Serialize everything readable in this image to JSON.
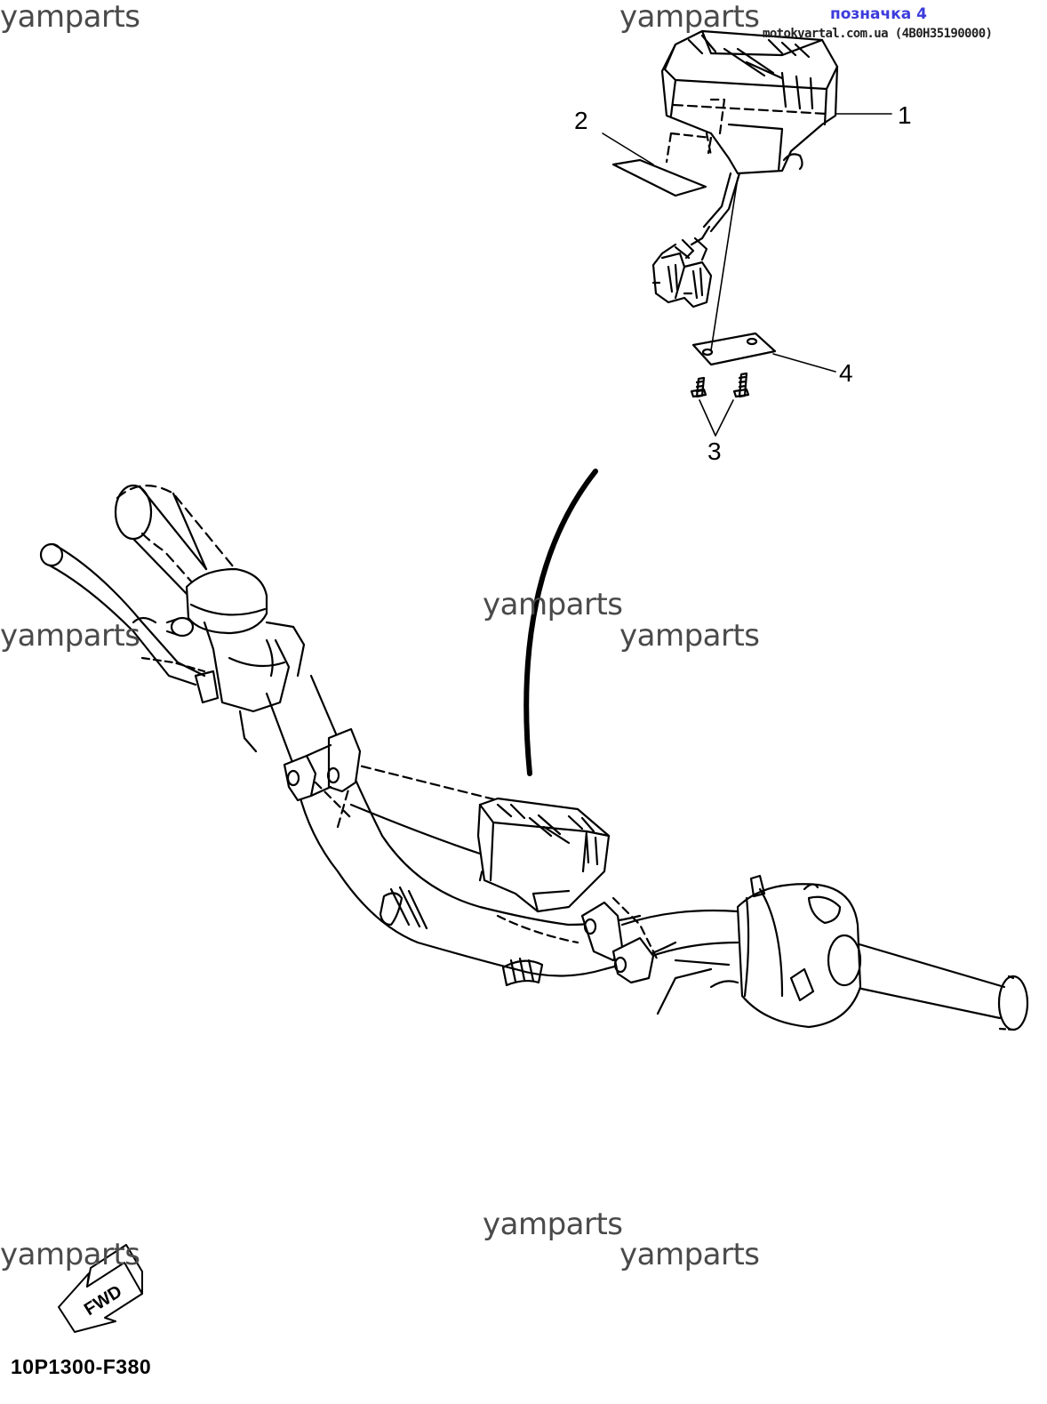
{
  "header": {
    "ref_label": "позначка 4",
    "site_label": "motokvartal.com.ua (4B0H35190000)"
  },
  "watermarks": [
    "yamparts",
    "yamparts",
    "yamparts",
    "yamparts",
    "yamparts",
    "yamparts",
    "yamparts",
    "yamparts"
  ],
  "callouts": {
    "p1": "1",
    "p2": "2",
    "p3": "3",
    "p4": "4"
  },
  "fwd_label": "FWD",
  "drawing_code": "10P1300-F380"
}
